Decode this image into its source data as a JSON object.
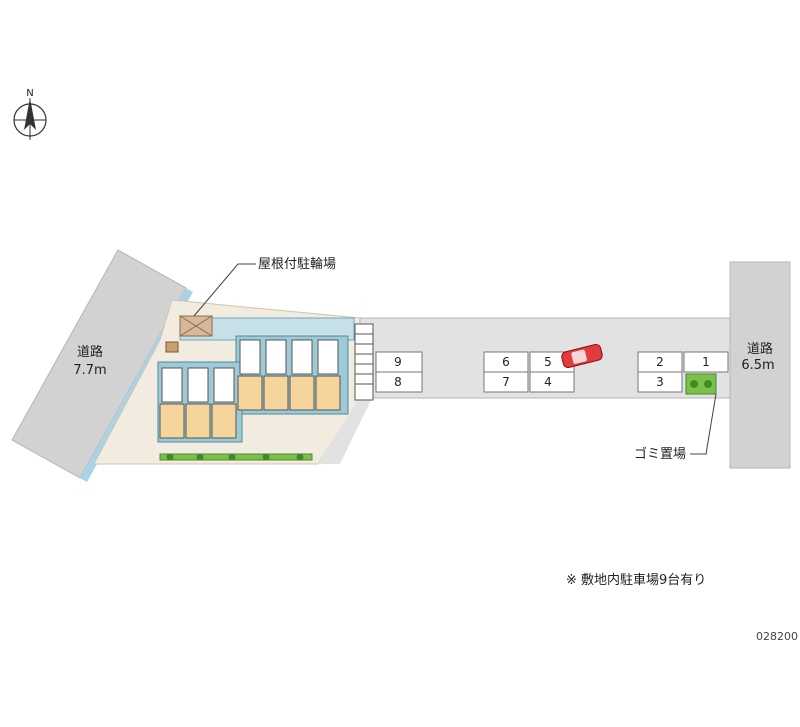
{
  "map": {
    "compass": {
      "letter": "N"
    },
    "roads": {
      "left": {
        "name": "道路",
        "width": "7.7m"
      },
      "right": {
        "name": "道路",
        "width": "6.5m"
      }
    },
    "labels": {
      "bicycle_parking": "屋根付駐輪場",
      "garbage": "ゴミ置場",
      "note": "※ 敷地内駐車場9台有り",
      "code": "028200"
    },
    "parking_slots": [
      "1",
      "2",
      "3",
      "4",
      "5",
      "6",
      "7",
      "8",
      "9"
    ],
    "highlighted_slot": "5",
    "colors": {
      "road": "#d2d2d2",
      "lot": "#e2e2e2",
      "site": "#f2ece0",
      "building": "#9ec9d6",
      "unit": "#f5d59b",
      "greenery": "#7cc04a",
      "car": "#e23b3b",
      "water_edge": "#a9d3e6"
    }
  }
}
